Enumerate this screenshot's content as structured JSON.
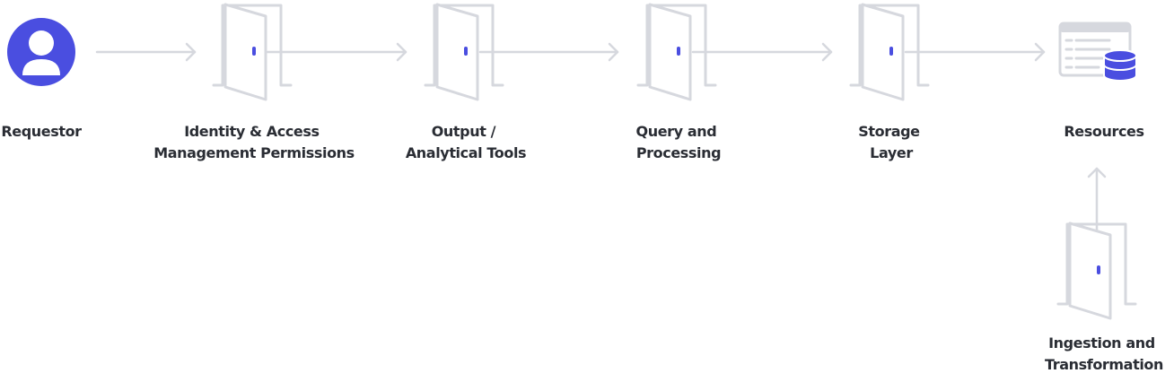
{
  "diagram": {
    "colors": {
      "accent": "#4a4ee0",
      "line": "#d6d8de",
      "text": "#2a2d34"
    },
    "nodes": [
      {
        "id": "requestor",
        "icon": "user-icon",
        "label_lines": [
          "Requestor"
        ]
      },
      {
        "id": "iam",
        "icon": "door-icon",
        "label_lines": [
          "Identity & Access",
          "Management Permissions"
        ]
      },
      {
        "id": "output",
        "icon": "door-icon",
        "label_lines": [
          "Output /",
          "Analytical Tools"
        ]
      },
      {
        "id": "query",
        "icon": "door-icon",
        "label_lines": [
          "Query and",
          "Processing"
        ]
      },
      {
        "id": "storage",
        "icon": "door-icon",
        "label_lines": [
          "Storage",
          "Layer"
        ]
      },
      {
        "id": "resources",
        "icon": "database-icon",
        "label_lines": [
          "Resources"
        ]
      },
      {
        "id": "ingestion",
        "icon": "door-icon",
        "label_lines": [
          "Ingestion and",
          "Transformation"
        ]
      }
    ],
    "edges": [
      {
        "from": "requestor",
        "to": "iam"
      },
      {
        "from": "iam",
        "to": "output"
      },
      {
        "from": "output",
        "to": "query"
      },
      {
        "from": "query",
        "to": "storage"
      },
      {
        "from": "storage",
        "to": "resources"
      },
      {
        "from": "ingestion",
        "to": "resources"
      }
    ]
  }
}
